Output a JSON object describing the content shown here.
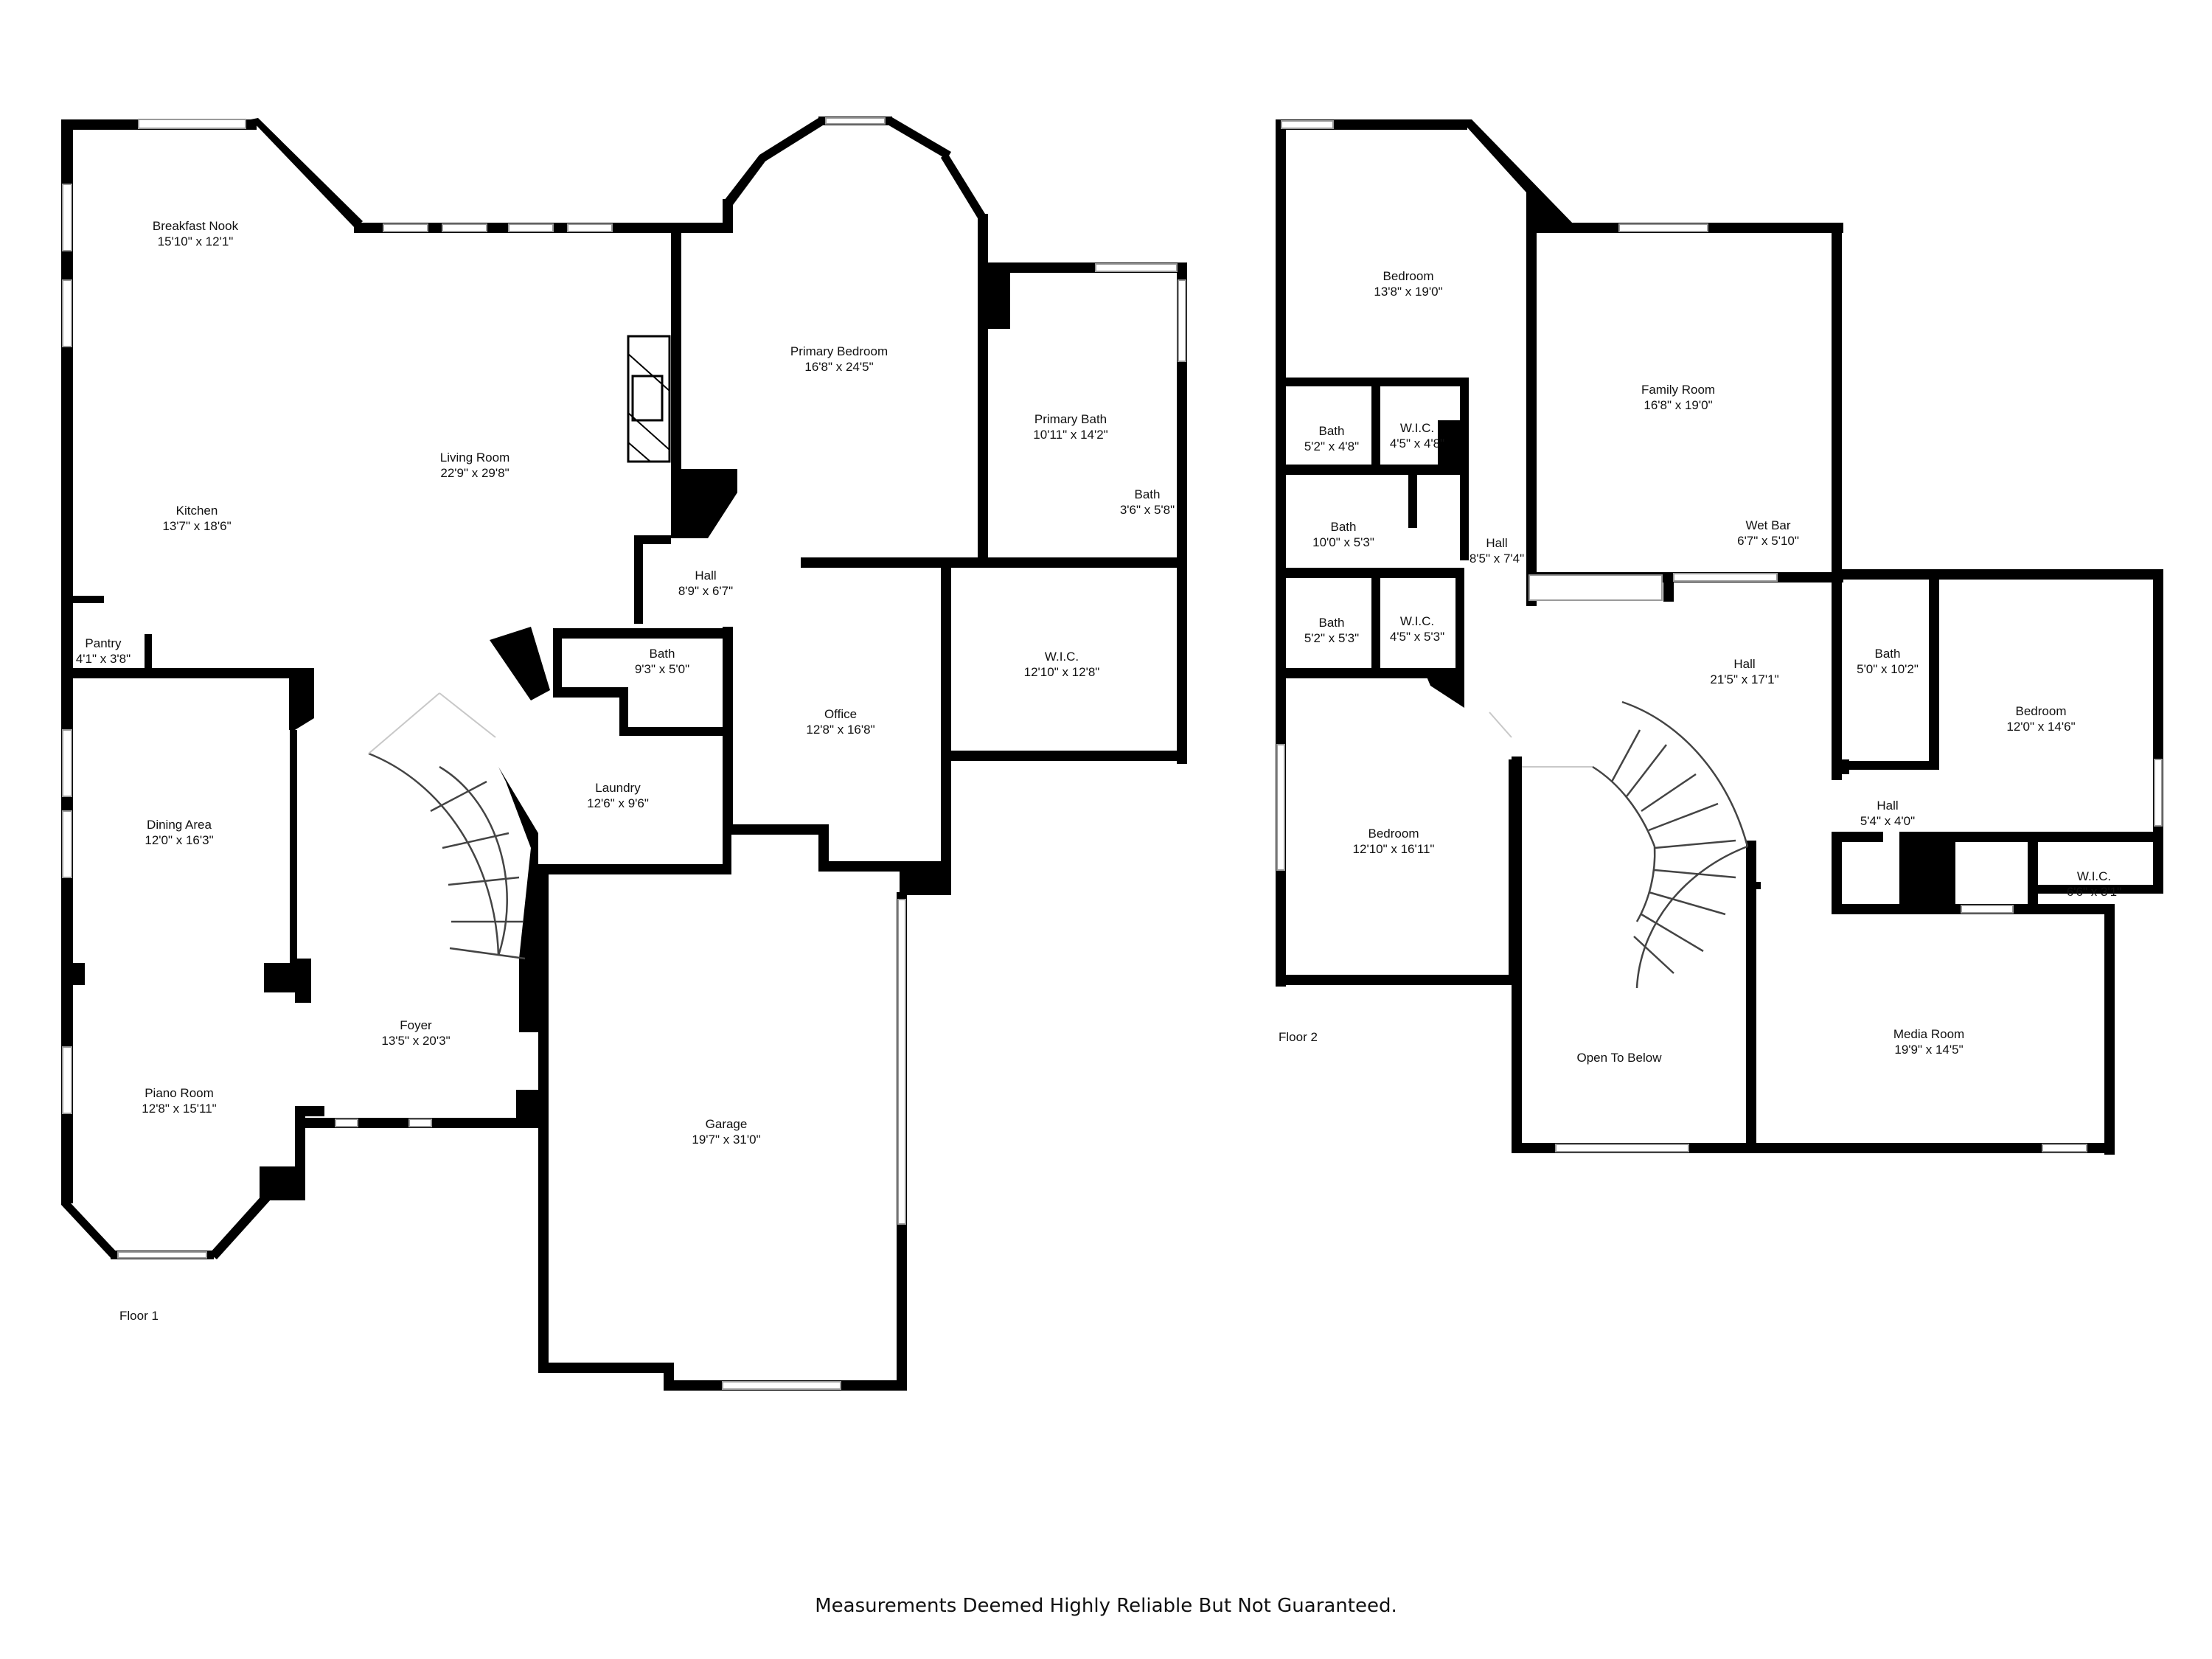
{
  "floor1": {
    "label": "Floor 1",
    "rooms": [
      {
        "name": "Breakfast Nook",
        "dims": "15'10\" x 12'1\""
      },
      {
        "name": "Living Room",
        "dims": "22'9\" x 29'8\""
      },
      {
        "name": "Primary Bedroom",
        "dims": "16'8\" x 24'5\""
      },
      {
        "name": "Primary Bath",
        "dims": "10'11\" x 14'2\""
      },
      {
        "name": "Bath",
        "dims": "3'6\" x 5'8\""
      },
      {
        "name": "Kitchen",
        "dims": "13'7\" x 18'6\""
      },
      {
        "name": "Hall",
        "dims": "8'9\" x 6'7\""
      },
      {
        "name": "Pantry",
        "dims": "4'1\" x 3'8\""
      },
      {
        "name": "Bath",
        "dims": "9'3\" x 5'0\""
      },
      {
        "name": "W.I.C.",
        "dims": "12'10\" x 12'8\""
      },
      {
        "name": "Office",
        "dims": "12'8\" x 16'8\""
      },
      {
        "name": "Laundry",
        "dims": "12'6\" x 9'6\""
      },
      {
        "name": "Dining Area",
        "dims": "12'0\" x 16'3\""
      },
      {
        "name": "Foyer",
        "dims": "13'5\" x 20'3\""
      },
      {
        "name": "Piano Room",
        "dims": "12'8\" x 15'11\""
      },
      {
        "name": "Garage",
        "dims": "19'7\" x 31'0\""
      }
    ]
  },
  "floor2": {
    "label": "Floor 2",
    "rooms": [
      {
        "name": "Bedroom",
        "dims": "13'8\" x 19'0\""
      },
      {
        "name": "Family Room",
        "dims": "16'8\" x 19'0\""
      },
      {
        "name": "Bath",
        "dims": "5'2\" x 4'8\""
      },
      {
        "name": "W.I.C.",
        "dims": "4'5\" x 4'8\""
      },
      {
        "name": "Bath",
        "dims": "10'0\" x 5'3\""
      },
      {
        "name": "Hall",
        "dims": "8'5\" x 7'4\""
      },
      {
        "name": "Wet Bar",
        "dims": "6'7\" x 5'10\""
      },
      {
        "name": "Bath",
        "dims": "5'2\" x 5'3\""
      },
      {
        "name": "W.I.C.",
        "dims": "4'5\" x 5'3\""
      },
      {
        "name": "Hall",
        "dims": "21'5\" x 17'1\""
      },
      {
        "name": "Bath",
        "dims": "5'0\" x 10'2\""
      },
      {
        "name": "Bedroom",
        "dims": "12'0\" x 14'6\""
      },
      {
        "name": "Bedroom",
        "dims": "12'10\" x 16'11\""
      },
      {
        "name": "Hall",
        "dims": "5'4\" x 4'0\""
      },
      {
        "name": "W.I.C.",
        "dims": "6'6\" x 3'1\""
      },
      {
        "name": "Open To Below",
        "dims": ""
      },
      {
        "name": "Media Room",
        "dims": "19'9\" x 14'5\""
      }
    ]
  },
  "disclaimer": "Measurements Deemed Highly Reliable But Not Guaranteed."
}
